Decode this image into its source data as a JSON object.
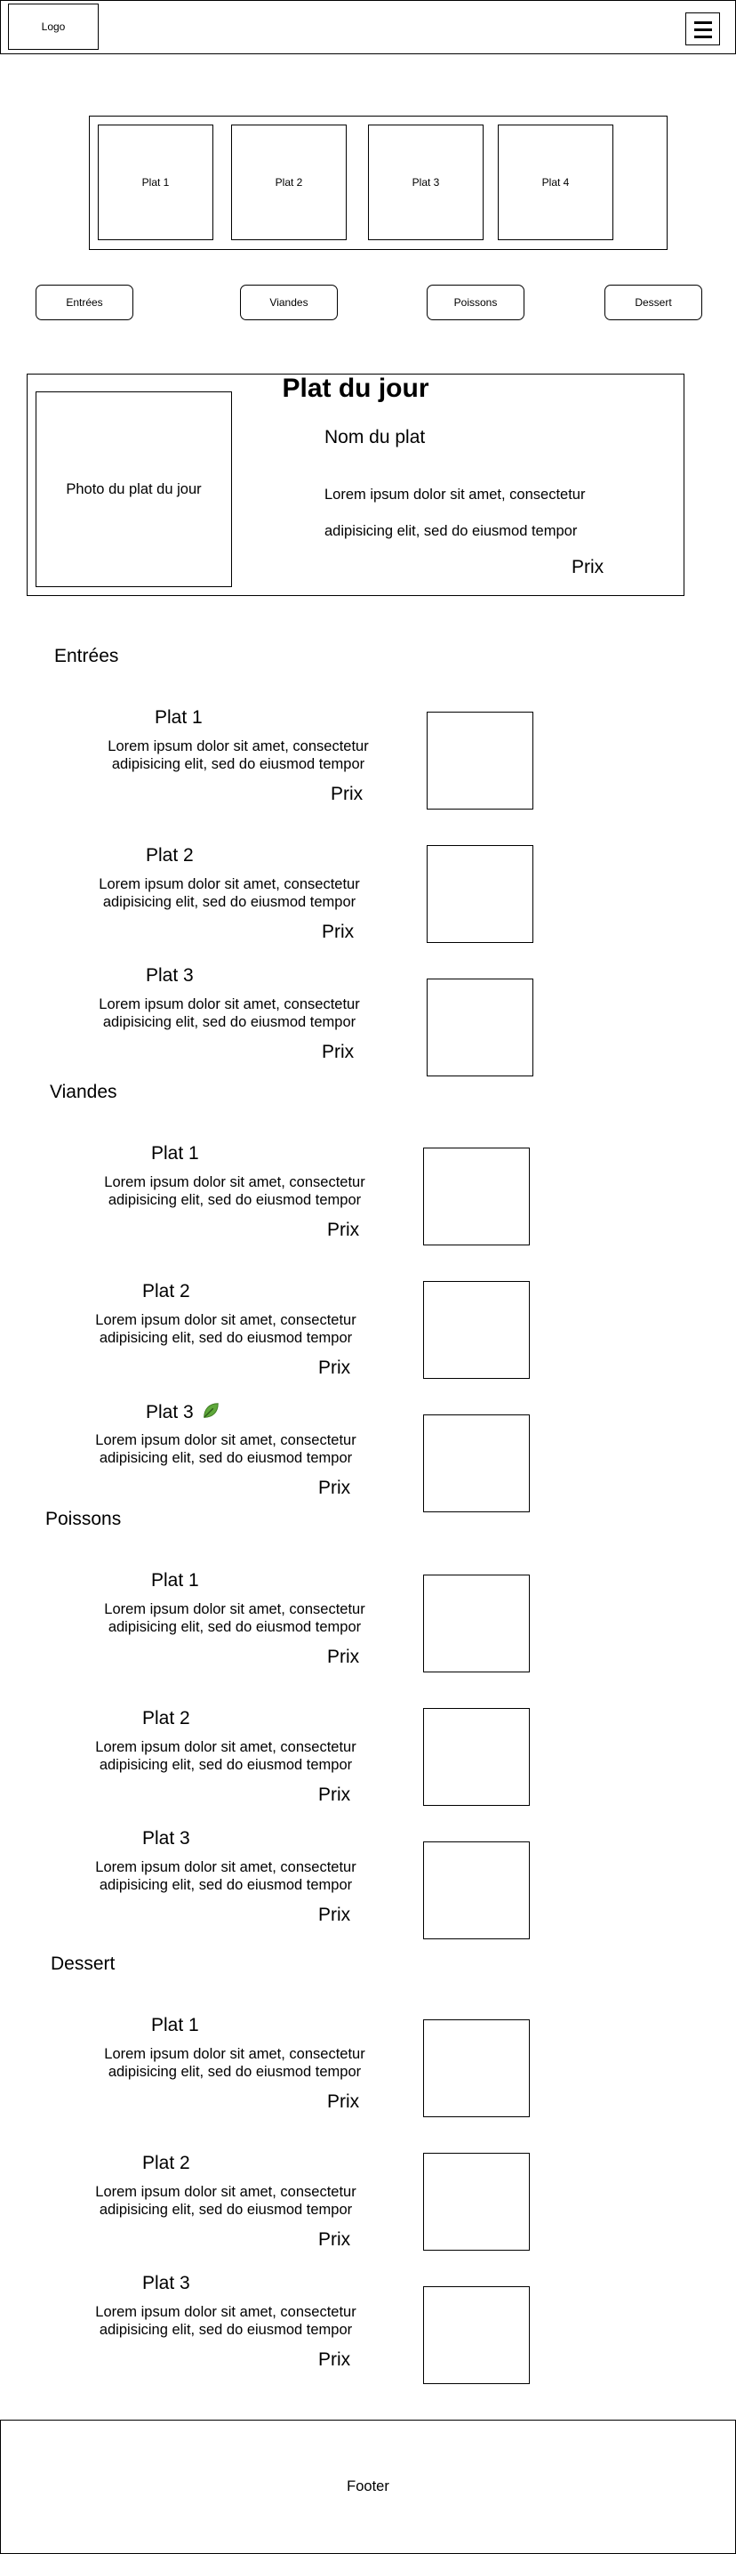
{
  "header": {
    "logo": "Logo",
    "menu_icon": "hamburger-icon"
  },
  "carousel": {
    "items": [
      "Plat 1",
      "Plat 2",
      "Plat 3",
      "Plat 4"
    ]
  },
  "categories": [
    "Entrées",
    "Viandes",
    "Poissons",
    "Dessert"
  ],
  "featured": {
    "title": "Plat du jour",
    "photo_label": "Photo du plat du jour",
    "dish_name": "Nom du plat",
    "desc_line1": "Lorem ipsum dolor sit amet, consectetur",
    "desc_line2": "adipisicing elit, sed do eiusmod tempor",
    "price": "Prix"
  },
  "menu_sections": [
    {
      "title": "Entrées",
      "dishes": [
        {
          "name": "Plat 1",
          "desc": "Lorem ipsum dolor sit amet, consectetur adipisicing elit, sed do eiusmod tempor",
          "price": "Prix"
        },
        {
          "name": "Plat 2",
          "desc": "Lorem ipsum dolor sit amet, consectetur adipisicing elit, sed do eiusmod tempor",
          "price": "Prix"
        },
        {
          "name": "Plat 3",
          "desc": "Lorem ipsum dolor sit amet, consectetur adipisicing elit, sed do eiusmod tempor",
          "price": "Prix"
        }
      ]
    },
    {
      "title": "Viandes",
      "dishes": [
        {
          "name": "Plat 1",
          "desc": "Lorem ipsum dolor sit amet, consectetur adipisicing elit, sed do eiusmod tempor",
          "price": "Prix"
        },
        {
          "name": "Plat 2",
          "desc": "Lorem ipsum dolor sit amet, consectetur adipisicing elit, sed do eiusmod tempor",
          "price": "Prix"
        },
        {
          "name": "Plat 3",
          "desc": "Lorem ipsum dolor sit amet, consectetur adipisicing elit, sed do eiusmod tempor",
          "price": "Prix",
          "icon": "leaf-icon",
          "icon_color": "#5fa83b"
        }
      ]
    },
    {
      "title": "Poissons",
      "dishes": [
        {
          "name": "Plat 1",
          "desc": "Lorem ipsum dolor sit amet, consectetur adipisicing elit, sed do eiusmod tempor",
          "price": "Prix"
        },
        {
          "name": "Plat 2",
          "desc": "Lorem ipsum dolor sit amet, consectetur adipisicing elit, sed do eiusmod tempor",
          "price": "Prix"
        },
        {
          "name": "Plat 3",
          "desc": "Lorem ipsum dolor sit amet, consectetur adipisicing elit, sed do eiusmod tempor",
          "price": "Prix"
        }
      ]
    },
    {
      "title": "Dessert",
      "dishes": [
        {
          "name": "Plat 1",
          "desc": "Lorem ipsum dolor sit amet, consectetur adipisicing elit, sed do eiusmod tempor",
          "price": "Prix"
        },
        {
          "name": "Plat 2",
          "desc": "Lorem ipsum dolor sit amet, consectetur adipisicing elit, sed do eiusmod tempor",
          "price": "Prix"
        },
        {
          "name": "Plat 3",
          "desc": "Lorem ipsum dolor sit amet, consectetur adipisicing elit, sed do eiusmod tempor",
          "price": "Prix"
        }
      ]
    }
  ],
  "footer": {
    "label": "Footer"
  }
}
